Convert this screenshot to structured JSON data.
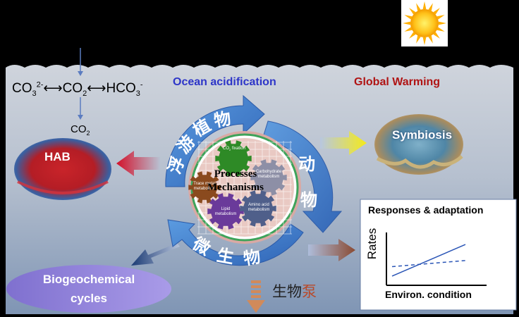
{
  "colors": {
    "ocean_top": "#c9cfd8",
    "ocean_bottom": "#7e93b2",
    "sky": "#000000",
    "acid_text": "#2d35c8",
    "warming_text": "#b01414",
    "cycle_arrow": "#3a78c8"
  },
  "icons": [
    "sun-icon",
    "down-arrow-icon",
    "left-arrow-icon",
    "right-arrow-icon",
    "gear-icon"
  ],
  "carbon": {
    "co2_gas_main": "CO",
    "co2_gas_sub": "2",
    "eq_part1": "CO",
    "eq_part1_sub": "3",
    "eq_part1_sup": "2-",
    "eq_arrow1": "⟷",
    "eq_part2": "CO",
    "eq_part2_sub": "2",
    "eq_arrow2": "⟷",
    "eq_part3": "HCO",
    "eq_part3_sub": "3",
    "eq_part3_sup": "-",
    "co2_dissolved_main": "CO",
    "co2_dissolved_sub": "2"
  },
  "drivers": {
    "ocean_acidification": "Ocean acidification",
    "global_warming": "Global Warming"
  },
  "outcomes": {
    "hab": "HAB",
    "symbiosis": "Symbiosis",
    "biogeochem_line1": "Biogeochemical",
    "biogeochem_line2": "cycles",
    "pump_black": "生物",
    "pump_red": "泵"
  },
  "cycle": {
    "phyto": [
      "浮",
      "游",
      "植",
      "物"
    ],
    "animal": [
      "动",
      "物"
    ],
    "micro": [
      "微",
      "生",
      "物"
    ],
    "center_line1": "Processes",
    "center_line2": "Mechanisms"
  },
  "gears": {
    "co2_fixation_main": "CO",
    "co2_fixation_sub": "2",
    "co2_fixation_rest": " fixation",
    "carbohydrate_line1": "Carbohydrate",
    "carbohydrate_line2": "metabolism",
    "trace_line1": "Trace metal",
    "trace_line2": "metabolism",
    "lipid_line1": "Lipid",
    "lipid_line2": "metabolism",
    "amino_line1": "Amino acid",
    "amino_line2": "metabolism"
  },
  "chart_data": {
    "type": "line",
    "title": "Responses & adaptation",
    "xlabel": "Environ. condition",
    "ylabel": "Rates",
    "series": [
      {
        "style": "solid",
        "x": [
          0,
          1
        ],
        "y": [
          0.15,
          0.82
        ]
      },
      {
        "style": "dashed",
        "x": [
          0,
          1
        ],
        "y": [
          0.35,
          0.48
        ]
      }
    ],
    "xlim": [
      0,
      1
    ],
    "ylim": [
      0,
      1
    ],
    "grid": false,
    "legend": "none"
  }
}
